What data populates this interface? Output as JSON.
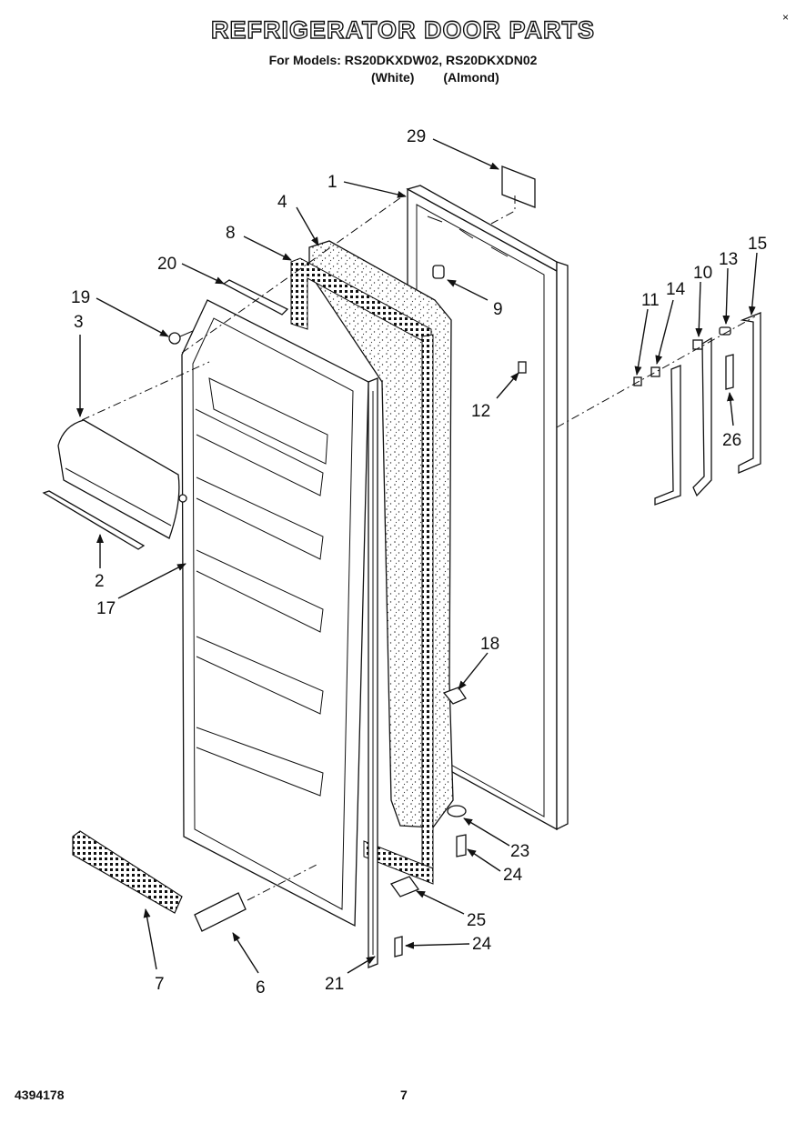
{
  "header": {
    "title": "REFRIGERATOR DOOR PARTS",
    "models_line": "For Models: RS20DKXDW02, RS20DKXDN02",
    "variant_white": "(White)",
    "variant_almond": "(Almond)"
  },
  "corner_mark": "×",
  "footer": {
    "doc_number": "4394178",
    "page_number": "7"
  },
  "callouts": [
    {
      "id": "29",
      "label": "29"
    },
    {
      "id": "1",
      "label": "1"
    },
    {
      "id": "4",
      "label": "4"
    },
    {
      "id": "8",
      "label": "8"
    },
    {
      "id": "20",
      "label": "20"
    },
    {
      "id": "19",
      "label": "19"
    },
    {
      "id": "3",
      "label": "3"
    },
    {
      "id": "9",
      "label": "9"
    },
    {
      "id": "15",
      "label": "15"
    },
    {
      "id": "13",
      "label": "13"
    },
    {
      "id": "10",
      "label": "10"
    },
    {
      "id": "14",
      "label": "14"
    },
    {
      "id": "11",
      "label": "11"
    },
    {
      "id": "12",
      "label": "12"
    },
    {
      "id": "26",
      "label": "26"
    },
    {
      "id": "2",
      "label": "2"
    },
    {
      "id": "17",
      "label": "17"
    },
    {
      "id": "18",
      "label": "18"
    },
    {
      "id": "23",
      "label": "23"
    },
    {
      "id": "24a",
      "label": "24"
    },
    {
      "id": "25",
      "label": "25"
    },
    {
      "id": "24b",
      "label": "24"
    },
    {
      "id": "7",
      "label": "7"
    },
    {
      "id": "6",
      "label": "6"
    },
    {
      "id": "21",
      "label": "21"
    }
  ]
}
